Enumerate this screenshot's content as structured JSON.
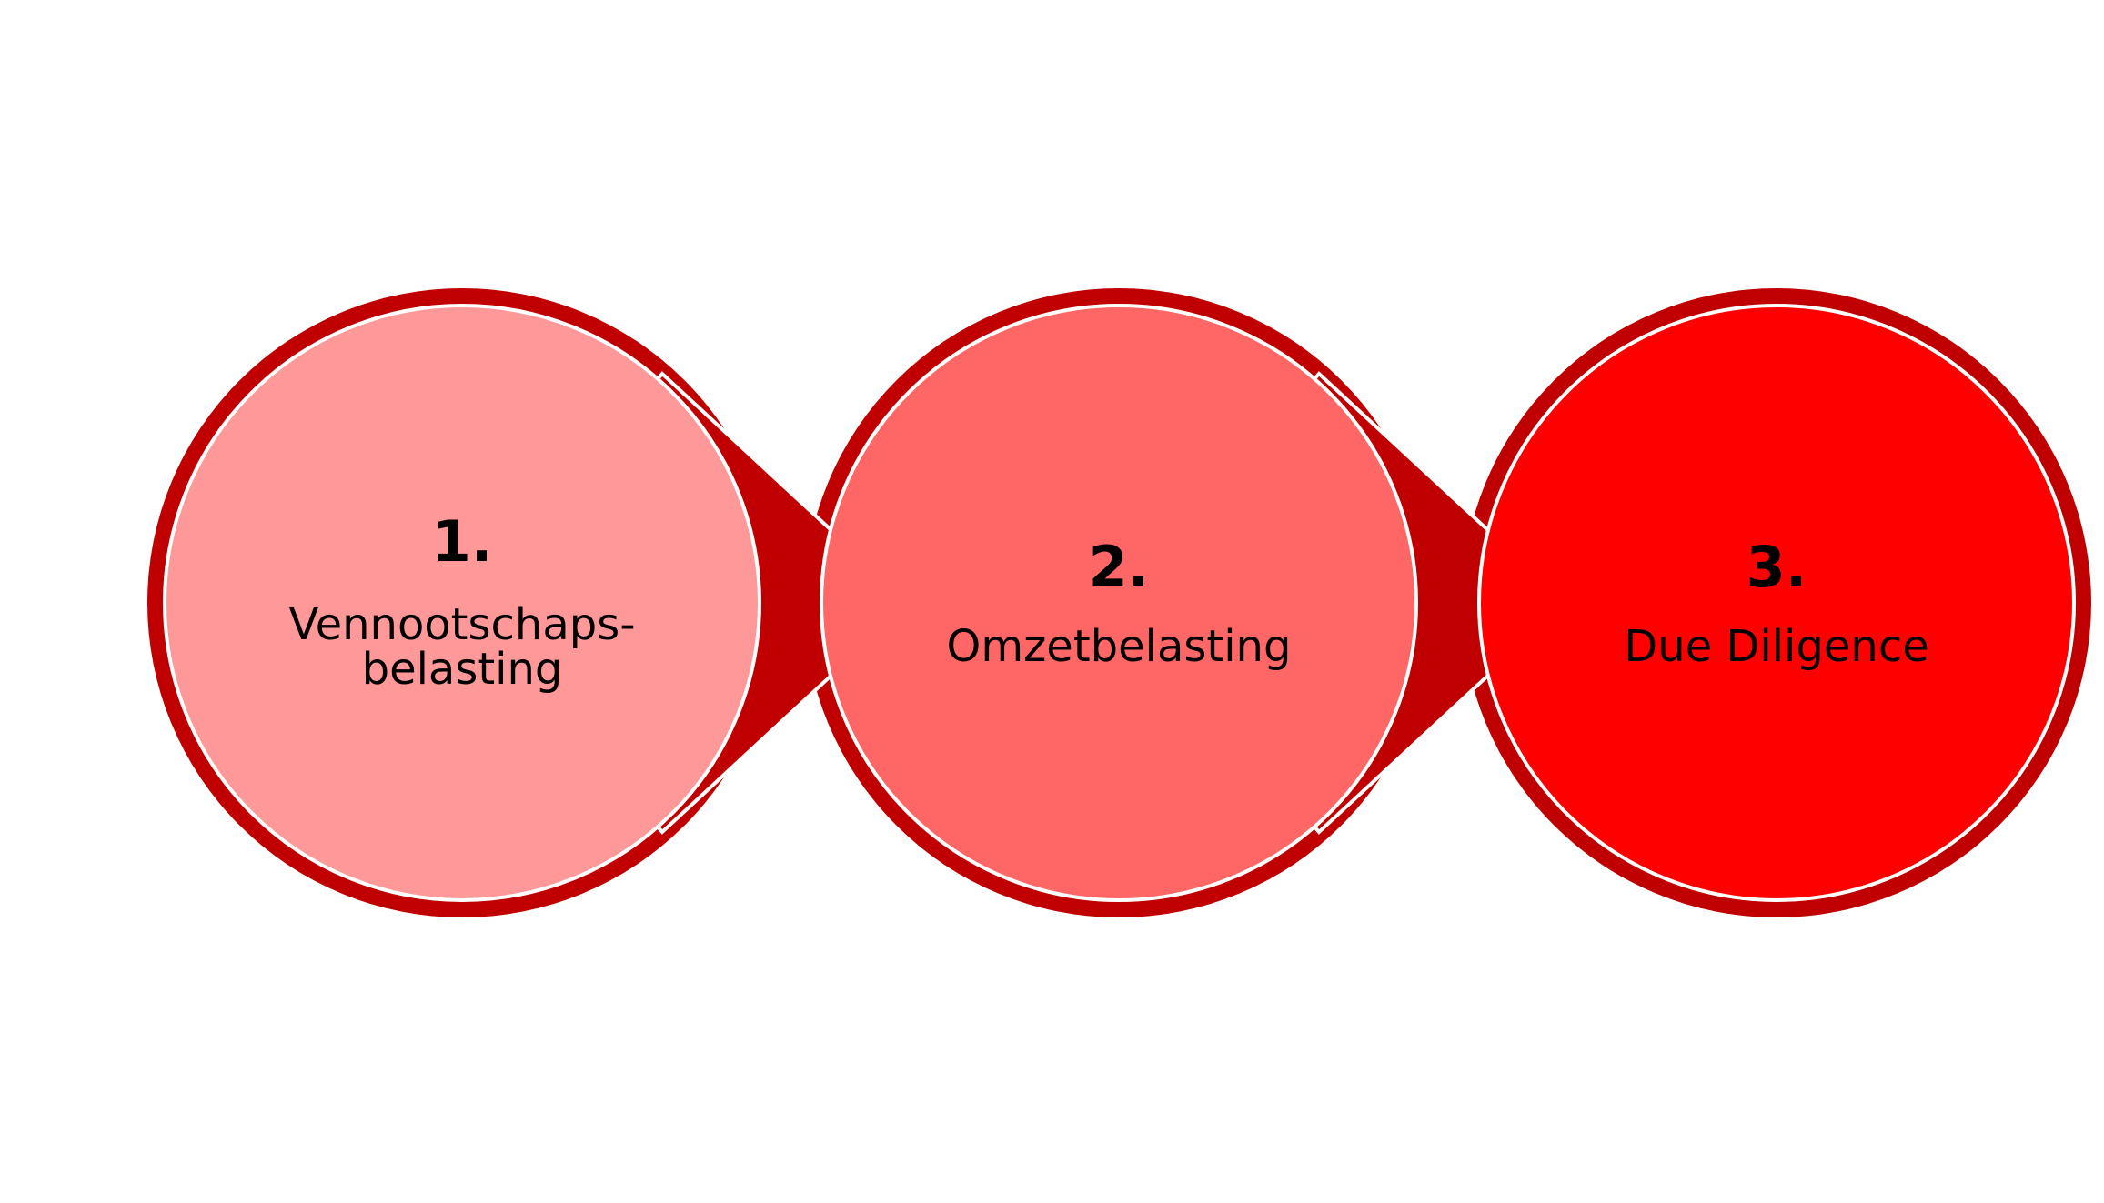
{
  "steps": [
    {
      "number": "1.",
      "label_lines": [
        "Vennootschaps-",
        "belasting"
      ],
      "fill": "#FF9999"
    },
    {
      "number": "2.",
      "label_lines": [
        "Omzetbelasting"
      ],
      "fill": "#FF6666"
    },
    {
      "number": "3.",
      "label_lines": [
        "Due Diligence"
      ],
      "fill": "#FF0000"
    }
  ],
  "colors": {
    "ring": "#C00000",
    "inner_stroke": "#FFFFFF",
    "background": "#FFFFFF"
  }
}
